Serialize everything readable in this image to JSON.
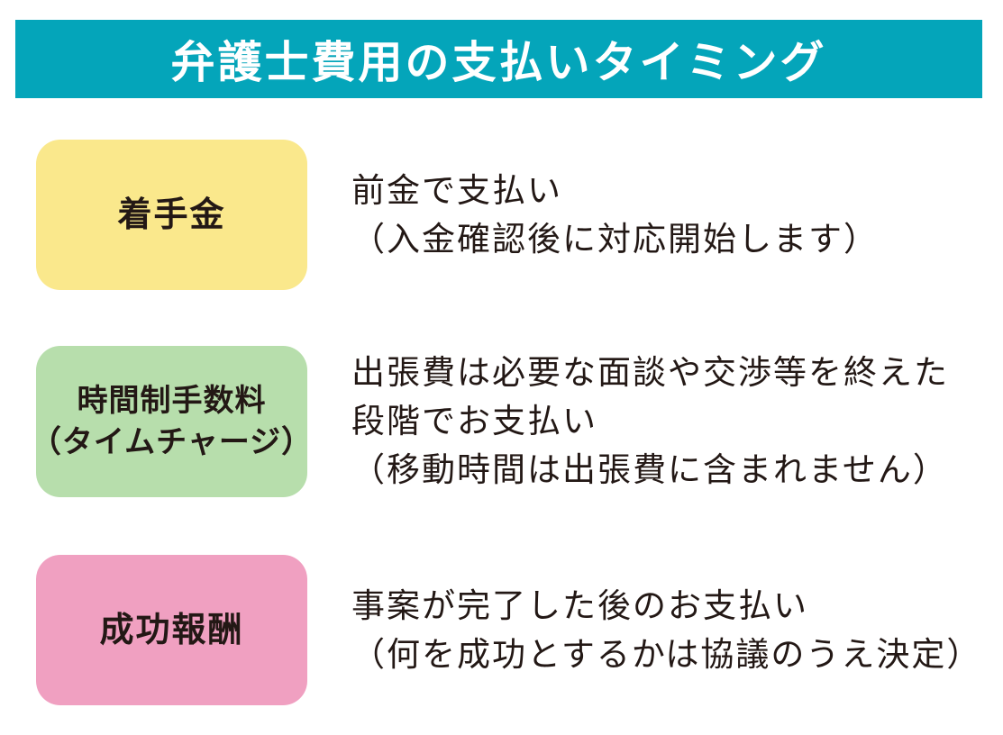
{
  "page": {
    "background": "#ffffff",
    "text_color": "#231815"
  },
  "header": {
    "title": "弁護士費用の支払いタイミング",
    "background": "#04a5ba",
    "text_color": "#ffffff"
  },
  "rows": [
    {
      "label_lines": [
        "着手金"
      ],
      "box_color": "#fae88c",
      "description_lines": [
        "前金で支払い",
        "（入金確認後に対応開始します）"
      ]
    },
    {
      "label_lines": [
        "時間制手数料",
        "（タイムチャージ）"
      ],
      "box_color": "#b7deac",
      "description_lines": [
        "出張費は必要な面談や交渉等を終えた",
        "段階でお支払い",
        "（移動時間は出張費に含まれません）"
      ]
    },
    {
      "label_lines": [
        "成功報酬"
      ],
      "box_color": "#f0a0c1",
      "description_lines": [
        "事案が完了した後のお支払い",
        "（何を成功とするかは協議のうえ決定）"
      ]
    }
  ]
}
